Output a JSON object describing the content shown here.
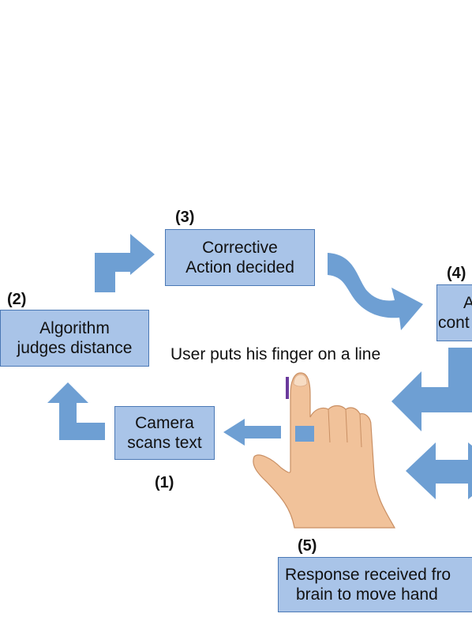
{
  "steps": [
    {
      "number": "(1)",
      "label_lines": [
        "Camera",
        "scans text"
      ]
    },
    {
      "number": "(2)",
      "label_lines": [
        "Algorithm",
        "judges distance"
      ]
    },
    {
      "number": "(3)",
      "label_lines": [
        "Corrective",
        "Action decided"
      ]
    },
    {
      "number": "(4)",
      "label_lines": [
        "A",
        "cont"
      ]
    },
    {
      "number": "(5)",
      "label_lines": [
        "Response received fro",
        "brain to move hand"
      ]
    }
  ],
  "caption": "User puts his finger on a line",
  "colors": {
    "box_fill": "#a9c4e8",
    "box_border": "#4a78b5",
    "arrow": "#6e9fd3",
    "skin": "#f1c29a",
    "marker": "#6a3a9c"
  }
}
